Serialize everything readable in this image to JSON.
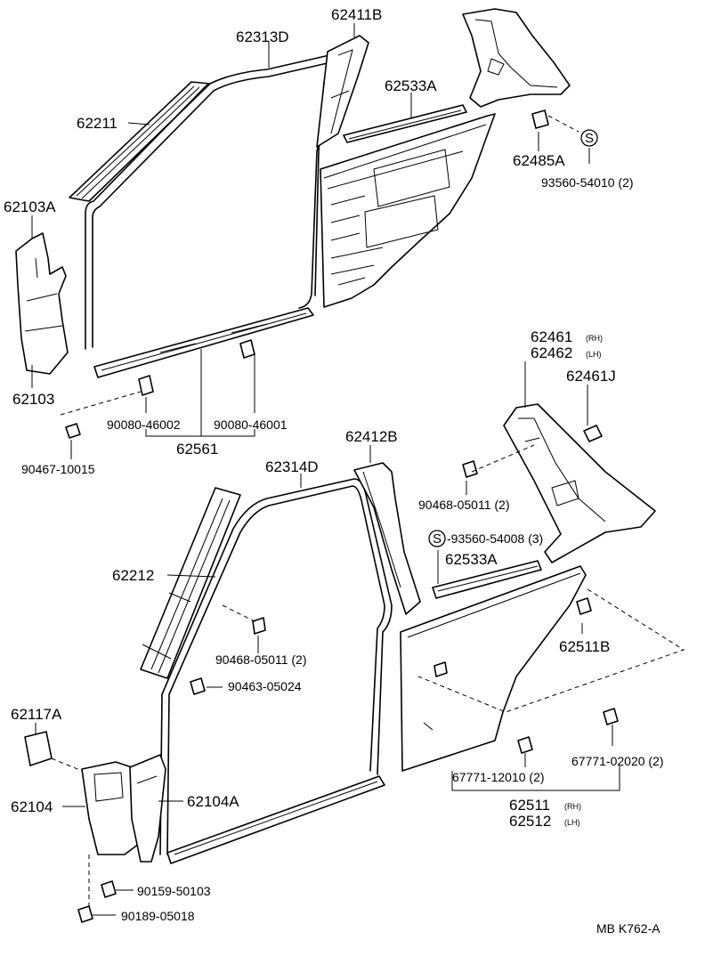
{
  "diagram_code": "MB  K762-A",
  "labels": {
    "p62411B": "62411B",
    "p62313D": "62313D",
    "p62533A_top": "62533A",
    "p62211": "62211",
    "p62485A": "62485A",
    "s93560_54010": "93560-54010 (2)",
    "p62103A": "62103A",
    "p62103": "62103",
    "p90080_46002": "90080-46002",
    "p90080_46001": "90080-46001",
    "p62561": "62561",
    "p90467_10015": "90467-10015",
    "p62461": "62461",
    "p62461_side": "(RH)",
    "p62462": "62462",
    "p62462_side": "(LH)",
    "p62461J": "62461J",
    "p62412B": "62412B",
    "p62314D": "62314D",
    "p90468_05011_a": "90468-05011 (2)",
    "s93560_54008": "-93560-54008 (3)",
    "p62533A_bottom": "62533A",
    "p62212": "62212",
    "p62511B": "62511B",
    "p90468_05011_b": "90468-05011 (2)",
    "p90463_05024": "90463-05024",
    "p62117A": "62117A",
    "p67771_02020": "67771-02020 (2)",
    "p67771_12010": "67771-12010 (2)",
    "p62104": "62104",
    "p62104A": "62104A",
    "p62511": "62511",
    "p62511_side": "(RH)",
    "p62512": "62512",
    "p62512_side": "(LH)",
    "p90159_50103": "90159-50103",
    "p90189_05018": "90189-05018",
    "s_mark": "S"
  }
}
